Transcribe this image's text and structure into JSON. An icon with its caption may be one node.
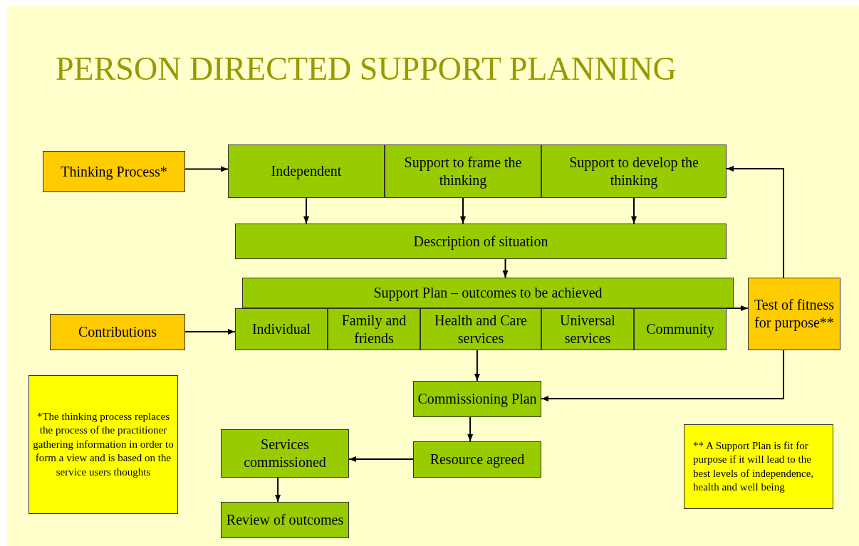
{
  "diagram": {
    "title": "PERSON DIRECTED SUPPORT PLANNING",
    "nodes": [
      {
        "text": [
          "Thinking Process*"
        ]
      },
      {
        "text": [
          "Independent"
        ]
      },
      {
        "text": [
          "Support to frame the thinking"
        ]
      },
      {
        "text": [
          "Support to develop the thinking"
        ]
      },
      {
        "text": [
          "Description of situation"
        ]
      },
      {
        "text": [
          "Support Plan – outcomes to be achieved"
        ]
      },
      {
        "text": [
          "Individual"
        ]
      },
      {
        "text": [
          "Family and friends"
        ]
      },
      {
        "text": [
          "Health and Care services"
        ]
      },
      {
        "text": [
          "Universal services"
        ]
      },
      {
        "text": [
          "Community"
        ]
      },
      {
        "text": [
          "Contributions"
        ]
      },
      {
        "text": [
          "Test of fitness for purpose**"
        ]
      },
      {
        "text": [
          "Commissioning Plan"
        ]
      },
      {
        "text": [
          "Resource agreed"
        ]
      },
      {
        "text": [
          "Services commissioned"
        ]
      },
      {
        "text": [
          "Review of outcomes"
        ]
      },
      {
        "text": [
          "*The thinking process replaces the process of the practitioner gathering information in order to form a view and is based on the service users thoughts"
        ]
      },
      {
        "text": [
          "** A Support Plan is fit for purpose if it will lead to the best levels of independence, health and well being"
        ]
      }
    ],
    "edges": [
      {
        "from": 0,
        "to": 1,
        "arrow": "to"
      },
      {
        "from": 1,
        "to": 4,
        "arrow": "to"
      },
      {
        "from": 2,
        "to": 4,
        "arrow": "to"
      },
      {
        "from": 3,
        "to": 4,
        "arrow": "to"
      },
      {
        "from": 4,
        "to": 5,
        "arrow": "to"
      },
      {
        "from": 11,
        "to": 6,
        "arrow": "to"
      },
      {
        "from": 5,
        "to": 12,
        "arrow": "to"
      },
      {
        "from": 12,
        "to": 3,
        "arrow": "to"
      },
      {
        "from": 8,
        "to": 13,
        "arrow": "to"
      },
      {
        "from": 12,
        "to": 13,
        "arrow": "to"
      },
      {
        "from": 13,
        "to": 14,
        "arrow": "to"
      },
      {
        "from": 14,
        "to": 15,
        "arrow": "to"
      },
      {
        "from": 15,
        "to": 16,
        "arrow": "to"
      }
    ]
  }
}
